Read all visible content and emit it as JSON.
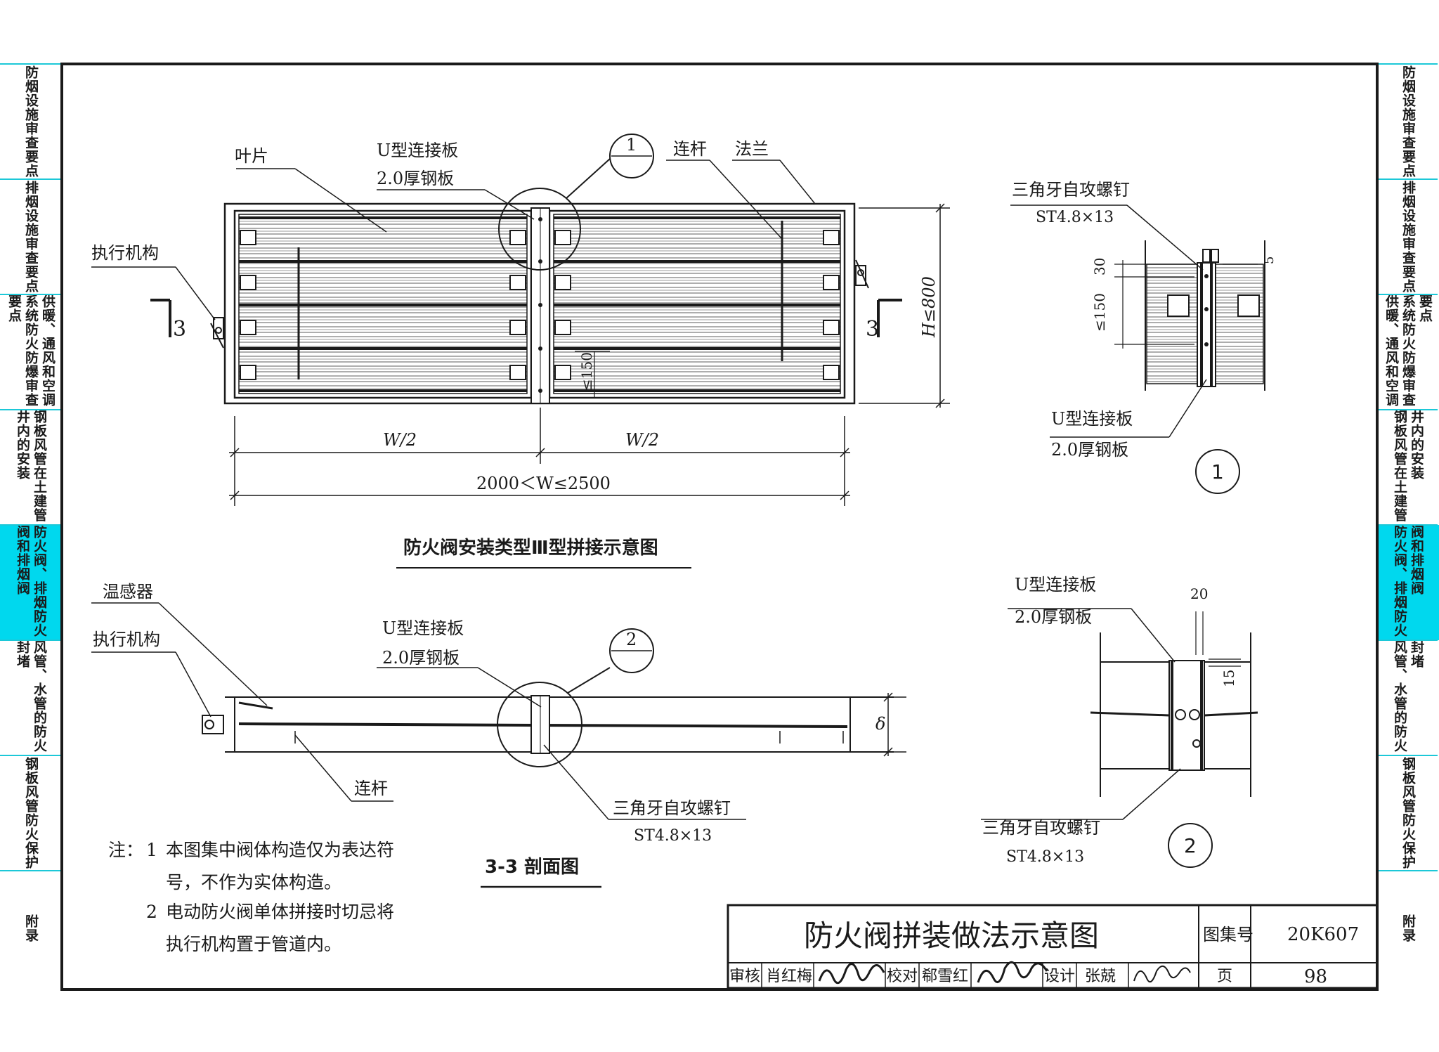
{
  "side_tabs_left": [
    {
      "label": "防烟设施审查要点",
      "active": false
    },
    {
      "label": "排烟设施审查要点",
      "active": false
    },
    {
      "label": "供暖、通风和空调系统防火防爆审查要点",
      "active": false
    },
    {
      "label": "钢板风管在土建管井内的安装",
      "active": false
    },
    {
      "label": "防火阀、排烟防火阀和排烟阀",
      "active": true
    },
    {
      "label": "风管、水管的防火封堵",
      "active": false
    },
    {
      "label": "钢板风管防火保护",
      "active": false
    },
    {
      "label": "附录",
      "active": false
    }
  ],
  "side_tabs_right": [
    {
      "label": "防烟设施审查要点",
      "active": false
    },
    {
      "label": "排烟设施审查要点",
      "active": false
    },
    {
      "label": "供暖、通风和空调系统防火防爆审查要点",
      "active": false
    },
    {
      "label": "钢板风管在土建管井内的安装",
      "active": false
    },
    {
      "label": "防火阀、排烟防火阀和排烟阀",
      "active": true
    },
    {
      "label": "风管、水管的防火封堵",
      "active": false
    },
    {
      "label": "钢板风管防火保护",
      "active": false
    },
    {
      "label": "附录",
      "active": false
    }
  ],
  "plan_view": {
    "leaf": "叶片",
    "u_plate": "U型连接板",
    "u_plate_thk": "2.0厚钢板",
    "link_rod": "连杆",
    "flange": "法兰",
    "actuator": "执行机构",
    "callout_num": "1",
    "callout_sub": "—",
    "section_mark": "3",
    "height_dim": "H≤800",
    "inner_dim": "≤150",
    "half_w": "W/2",
    "total_w": "2000＜W≤2500",
    "caption": "防火阀安装类型Ⅲ型拼接示意图"
  },
  "detail_1": {
    "screw_label": "三角牙自攻螺钉",
    "screw_spec": "ST4.8×13",
    "dim_30": "30",
    "dim_150": "≤150",
    "dim_5": "5",
    "u_plate": "U型连接板",
    "u_plate_thk": "2.0厚钢板",
    "number": "1"
  },
  "section_view": {
    "sensor": "温感器",
    "actuator": "执行机构",
    "u_plate": "U型连接板",
    "u_plate_thk": "2.0厚钢板",
    "callout_num": "2",
    "callout_sub": "—",
    "delta": "δ",
    "link_rod": "连杆",
    "screw_label": "三角牙自攻螺钉",
    "screw_spec": "ST4.8×13",
    "caption": "3-3 剖面图"
  },
  "detail_2": {
    "u_plate": "U型连接板",
    "u_plate_thk": "2.0厚钢板",
    "dim_20": "20",
    "dim_15": "15",
    "screw_label": "三角牙自攻螺钉",
    "screw_spec": "ST4.8×13",
    "number": "2"
  },
  "notes": {
    "prefix": "注：",
    "n1_num": "1",
    "n1_line1": "本图集中阀体构造仅为表达符",
    "n1_line2": "号，不作为实体构造。",
    "n2_num": "2",
    "n2_line1": "电动防火阀单体拼接时切忌将",
    "n2_line2": "执行机构置于管道内。"
  },
  "title_block": {
    "title": "防火阀拼装做法示意图",
    "atlas_label": "图集号",
    "atlas_no": "20K607",
    "review_label": "审核",
    "review_name": "肖红梅",
    "check_label": "校对",
    "check_name": "郗雪红",
    "design_label": "设计",
    "design_name": "张兢",
    "page_label": "页",
    "page_no": "98"
  },
  "colors": {
    "accent": "#00d8ee",
    "tab_line": "#1cc8d8",
    "ink": "#1a1a1a"
  }
}
